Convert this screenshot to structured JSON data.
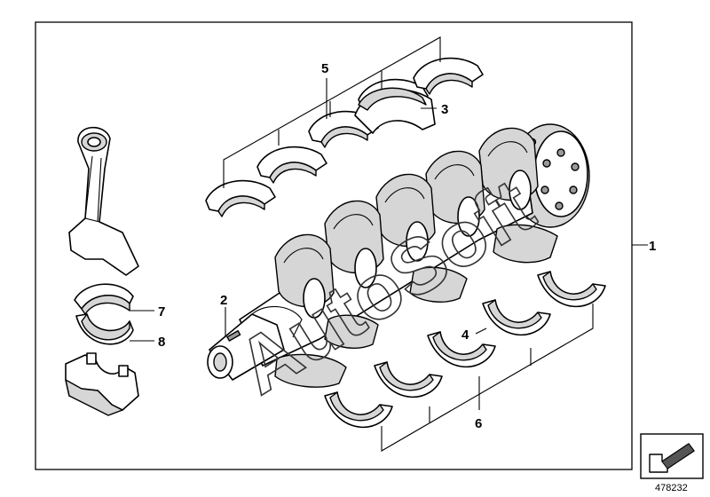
{
  "callouts": {
    "c1": "1",
    "c2": "2",
    "c3": "3",
    "c4": "4",
    "c5": "5",
    "c6": "6",
    "c7": "7",
    "c8": "8"
  },
  "watermark": "AutoSoft",
  "part_number": "478232",
  "icons": {
    "nav": "arrow-corner-icon"
  }
}
